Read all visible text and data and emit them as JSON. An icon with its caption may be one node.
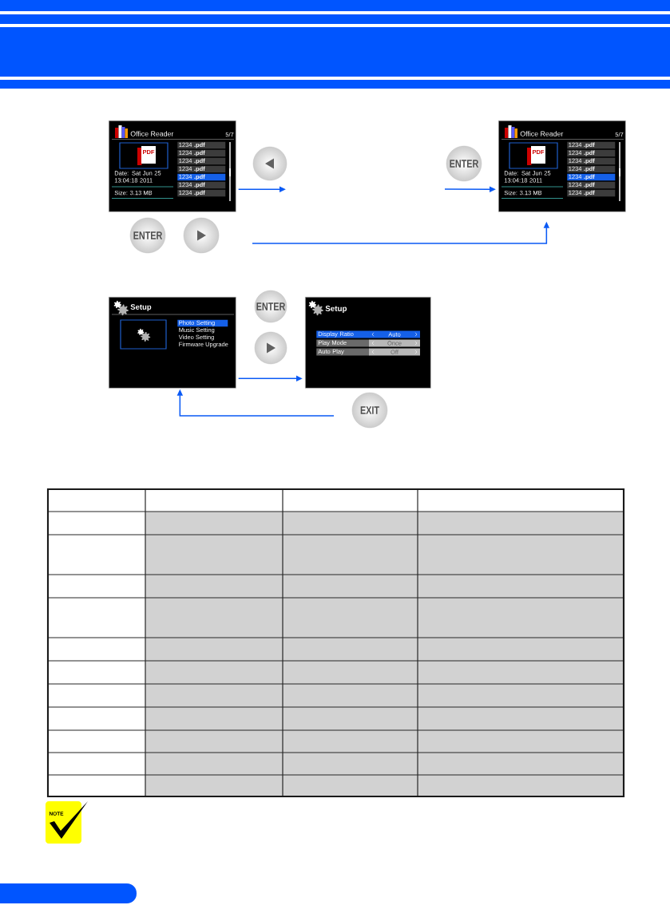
{
  "diagram": {
    "nodes": [
      {
        "text": [
          "Office Reader",
          "5/7",
          "PDF",
          "1234 **.pdf**",
          "1234 **.pdf**",
          "1234 **.pdf**",
          "1234 **.pdf**",
          "1234 **.pdf**",
          "1234 **.pdf**",
          "1234 **.pdf**",
          "Date: Sat Jun 25 13:04:18 2011",
          "Size: 3.13 MB"
        ]
      },
      {
        "text": [],
        "shape": "circle"
      },
      {
        "text": [
          "ENTER"
        ]
      },
      {
        "text": [
          "Office Reader",
          "5/7",
          "PDF",
          "1234 **.pdf**",
          "1234 **.pdf**",
          "1234 **.pdf**",
          "1234 **.pdf**",
          "1234 **.pdf**",
          "1234 **.pdf**",
          "1234 **.pdf**",
          "Date: Sat Jun 25 13:04:18 2011",
          "Size: 3.13 MB"
        ]
      },
      {
        "text": [
          "ENTER"
        ]
      },
      {
        "text": [],
        "shape": "circle"
      },
      {
        "text": [
          "Setup",
          "Photo Setting",
          "Music Setting",
          "Video Setting",
          "Firmware Upgrade"
        ]
      },
      {
        "text": [
          "ENTER"
        ]
      },
      {
        "text": [],
        "shape": "circle"
      },
      {
        "text": [
          "Setup",
          "Display Ratio",
          "Auto",
          "Play Mode",
          "Once",
          "Auto Play",
          "Off"
        ]
      },
      {
        "text": [
          "EXIT"
        ]
      }
    ],
    "edges": [
      {
        "from": 0,
        "to": 1,
        "arrow": "to"
      },
      {
        "from": null,
        "to": 3,
        "arrow": "to"
      },
      {
        "from": null,
        "to": 3,
        "arrow": "to"
      },
      {
        "from": 6,
        "to": 9,
        "arrow": "to"
      },
      {
        "from": null,
        "to": 6,
        "arrow": "to"
      }
    ],
    "labels": [
      "NOTE"
    ]
  }
}
